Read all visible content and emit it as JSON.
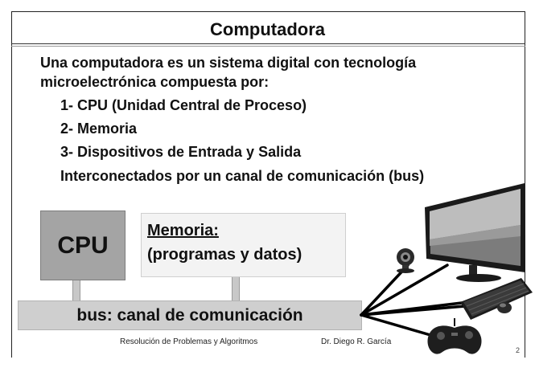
{
  "slide": {
    "title": "Computadora",
    "intro_line1": "Una computadora es un sistema digital con tecnología",
    "intro_line2": "microelectrónica compuesta por:",
    "item1": "1- CPU (Unidad Central de Proceso)",
    "item2": "2- Memoria",
    "item3": "3- Dispositivos de Entrada y Salida",
    "closing": "Interconectados por un canal de comunicación (bus)"
  },
  "diagram": {
    "cpu_label": "CPU",
    "memory_title": "Memoria:",
    "memory_subtitle": "(programas y datos)",
    "bus_label": "bus: canal de comunicación",
    "devices": [
      "monitor-icon",
      "webcam-icon",
      "keyboard-icon",
      "mouse-icon",
      "gamepad-icon"
    ]
  },
  "footer": {
    "course": "Resolución de Problemas y Algoritmos",
    "author": "Dr. Diego R. García",
    "page_number": "2"
  }
}
